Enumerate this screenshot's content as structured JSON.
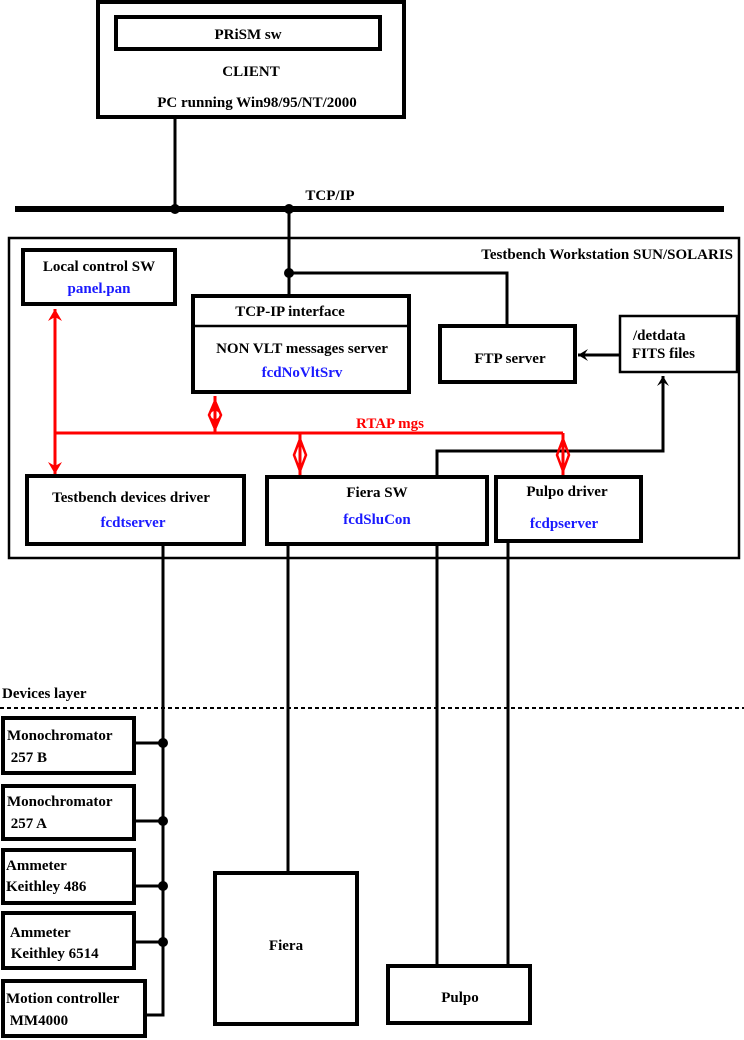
{
  "client": {
    "inner_label": "PRiSM sw",
    "role": "CLIENT",
    "platform": "PC running Win98/95/NT/2000"
  },
  "network": {
    "label": "TCP/IP"
  },
  "workstation": {
    "label": "Testbench Workstation SUN/SOLARIS",
    "local_control": {
      "title": "Local control SW",
      "process": "panel.pan"
    },
    "tcpip_interface": {
      "header": "TCP-IP interface",
      "title": "NON VLT messages server",
      "process": "fcdNoVltSrv"
    },
    "ftp_server": {
      "title": "FTP server"
    },
    "detdata": {
      "line1": "/detdata",
      "line2": "FITS files"
    },
    "rtap": {
      "label": "RTAP mgs"
    },
    "testbench_driver": {
      "title": "Testbench devices driver",
      "process": "fcdtserver"
    },
    "fiera_sw": {
      "title": "Fiera SW",
      "process": "fcdSluCon"
    },
    "pulpo_driver": {
      "title": "Pulpo driver",
      "process": "fcdpserver"
    }
  },
  "devices_layer": {
    "label": "Devices layer",
    "devices": [
      {
        "line1": "Monochromator",
        "line2": " 257 B"
      },
      {
        "line1": "Monochromator",
        "line2": " 257 A"
      },
      {
        "line1": "Ammeter",
        "line2": "Keithley 486"
      },
      {
        "line1": " Ammeter",
        "line2": " Keithley 6514"
      },
      {
        "line1": "Motion controller",
        "line2": " MM4000"
      }
    ],
    "fiera": {
      "label": "Fiera"
    },
    "pulpo": {
      "label": "Pulpo"
    }
  }
}
